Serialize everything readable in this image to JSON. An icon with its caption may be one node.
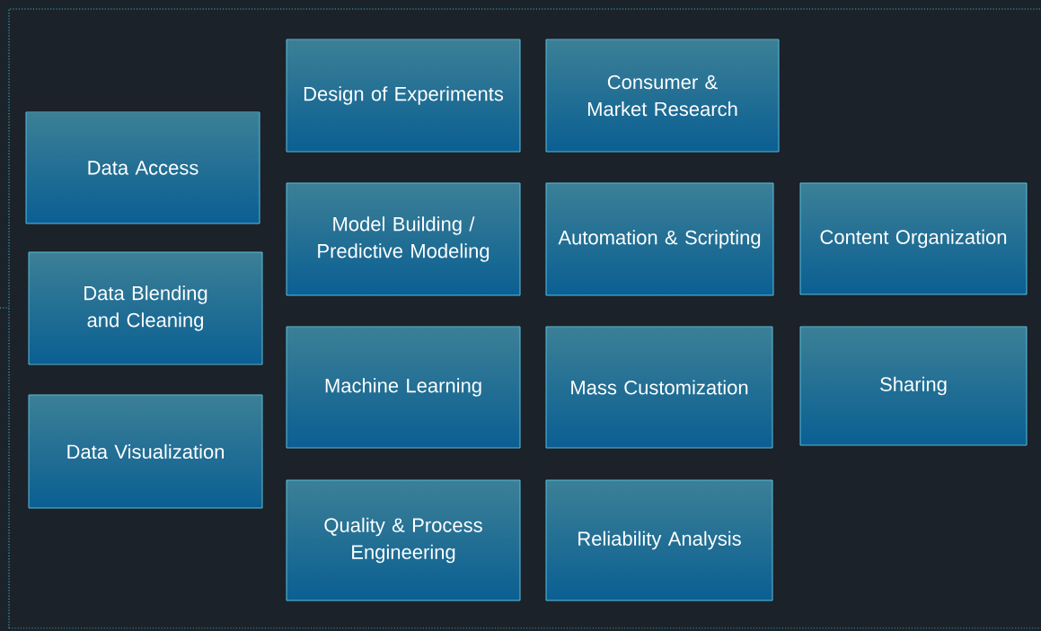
{
  "diagram": {
    "nodes": [
      {
        "text": [
          "Data Access"
        ]
      },
      {
        "text": [
          "Data Blending and Cleaning"
        ]
      },
      {
        "text": [
          "Data Visualization"
        ]
      },
      {
        "text": [
          "Design of Experiments"
        ]
      },
      {
        "text": [
          "Model Building / Predictive Modeling"
        ]
      },
      {
        "text": [
          "Machine Learning"
        ]
      },
      {
        "text": [
          "Quality & Process Engineering"
        ]
      },
      {
        "text": [
          "Consumer & Market Research"
        ]
      },
      {
        "text": [
          "Automation & Scripting"
        ]
      },
      {
        "text": [
          "Mass Customization"
        ]
      },
      {
        "text": [
          "Reliability Analysis"
        ]
      },
      {
        "text": [
          "Content Organization"
        ]
      },
      {
        "text": [
          "Sharing"
        ]
      }
    ]
  }
}
